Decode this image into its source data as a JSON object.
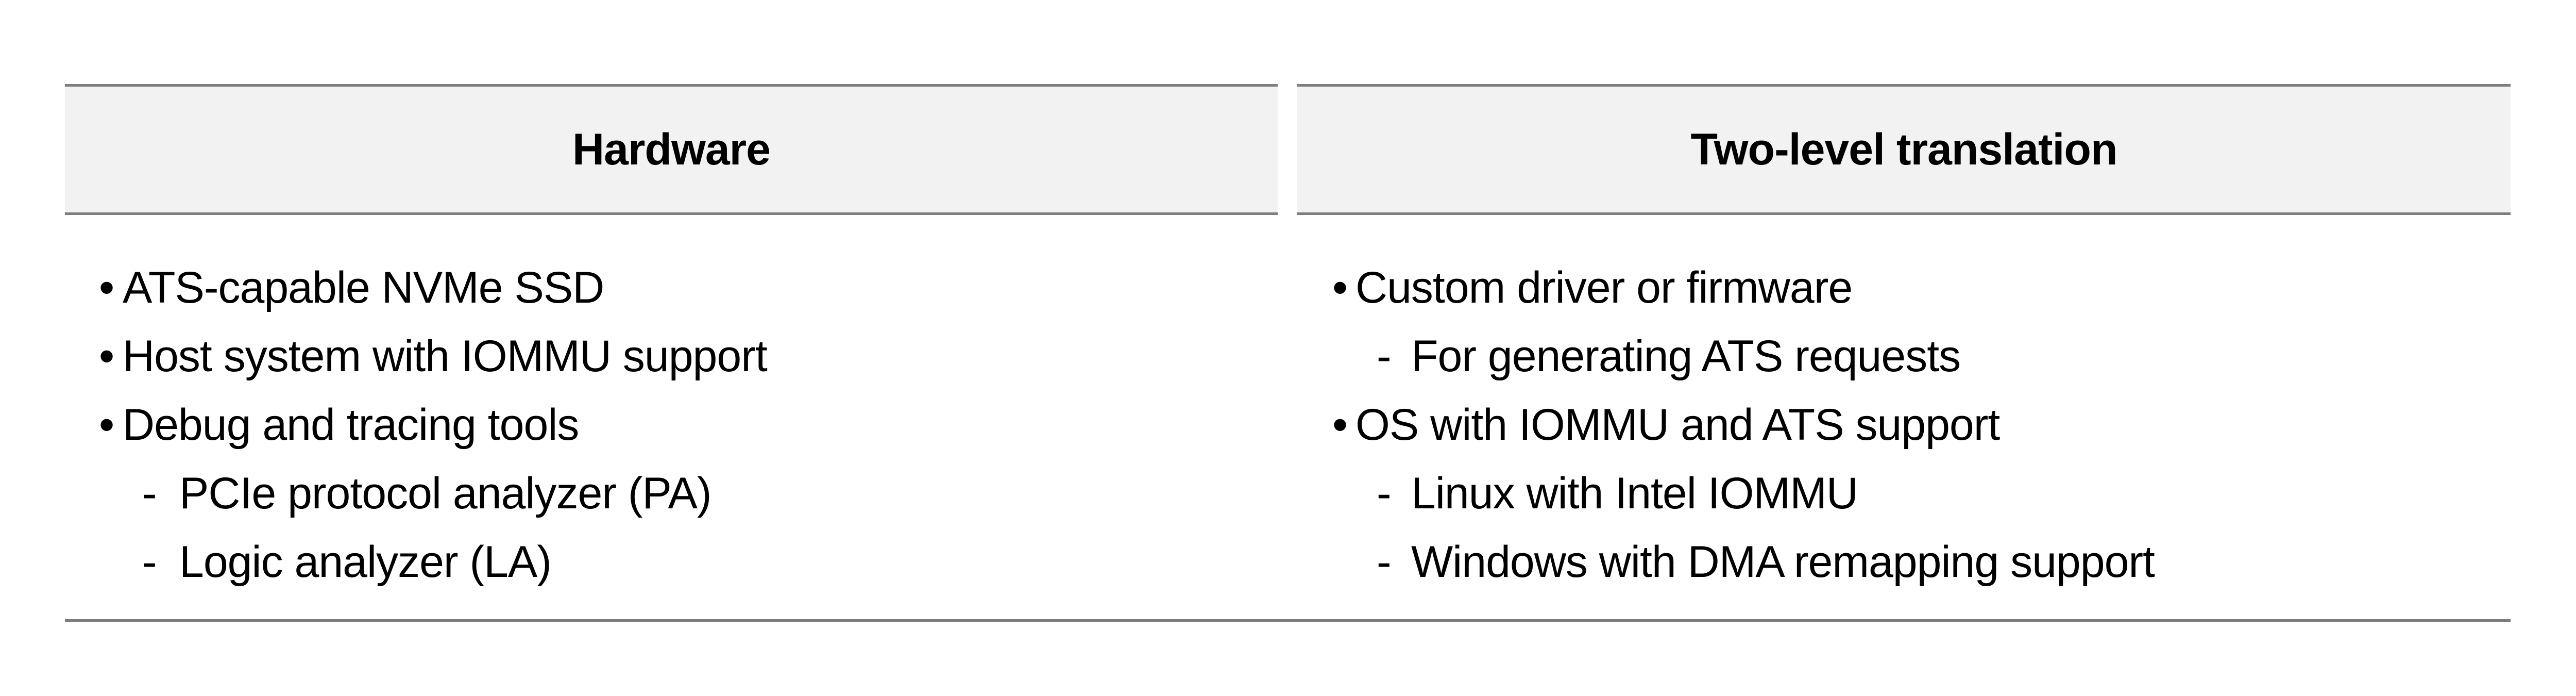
{
  "table": {
    "columns": [
      {
        "header": "Hardware",
        "items": [
          {
            "level": 1,
            "marker": "•",
            "text": "ATS-capable NVMe SSD"
          },
          {
            "level": 1,
            "marker": "•",
            "text": "Host system with IOMMU support"
          },
          {
            "level": 1,
            "marker": "•",
            "text": "Debug and tracing tools"
          },
          {
            "level": 2,
            "marker": "-",
            "text": "PCIe protocol analyzer (PA)"
          },
          {
            "level": 2,
            "marker": "-",
            "text": "Logic analyzer (LA)"
          }
        ]
      },
      {
        "header": "Two-level translation",
        "items": [
          {
            "level": 1,
            "marker": "•",
            "text": "Custom driver or firmware"
          },
          {
            "level": 2,
            "marker": "-",
            "text": "For generating ATS requests"
          },
          {
            "level": 1,
            "marker": "•",
            "text": "OS with IOMMU and ATS support"
          },
          {
            "level": 2,
            "marker": "-",
            "text": "Linux with Intel IOMMU"
          },
          {
            "level": 2,
            "marker": "-",
            "text": "Windows with DMA remapping support"
          }
        ]
      }
    ]
  },
  "colors": {
    "header_bg": "#f2f2f2",
    "rule": "#7d7d7d",
    "text": "#000000"
  }
}
